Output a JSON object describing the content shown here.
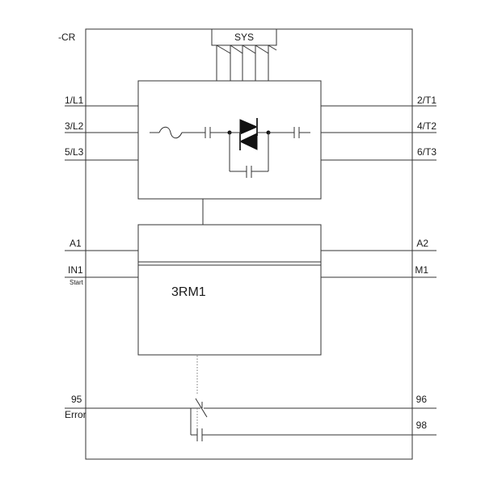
{
  "device_tag": "-CR",
  "bus": {
    "label": "SYS"
  },
  "module": {
    "name": "3RM1"
  },
  "power_terminals": {
    "left": [
      "1/L1",
      "3/L2",
      "5/L3"
    ],
    "right": [
      "2/T1",
      "4/T2",
      "6/T3"
    ]
  },
  "control_terminals": {
    "a1": "A1",
    "a2": "A2",
    "in1": "IN1",
    "in1_sub": "Start",
    "m1": "M1"
  },
  "relay_terminals": {
    "t95": "95",
    "t95_sub": "Error",
    "t96": "96",
    "t98": "98"
  }
}
